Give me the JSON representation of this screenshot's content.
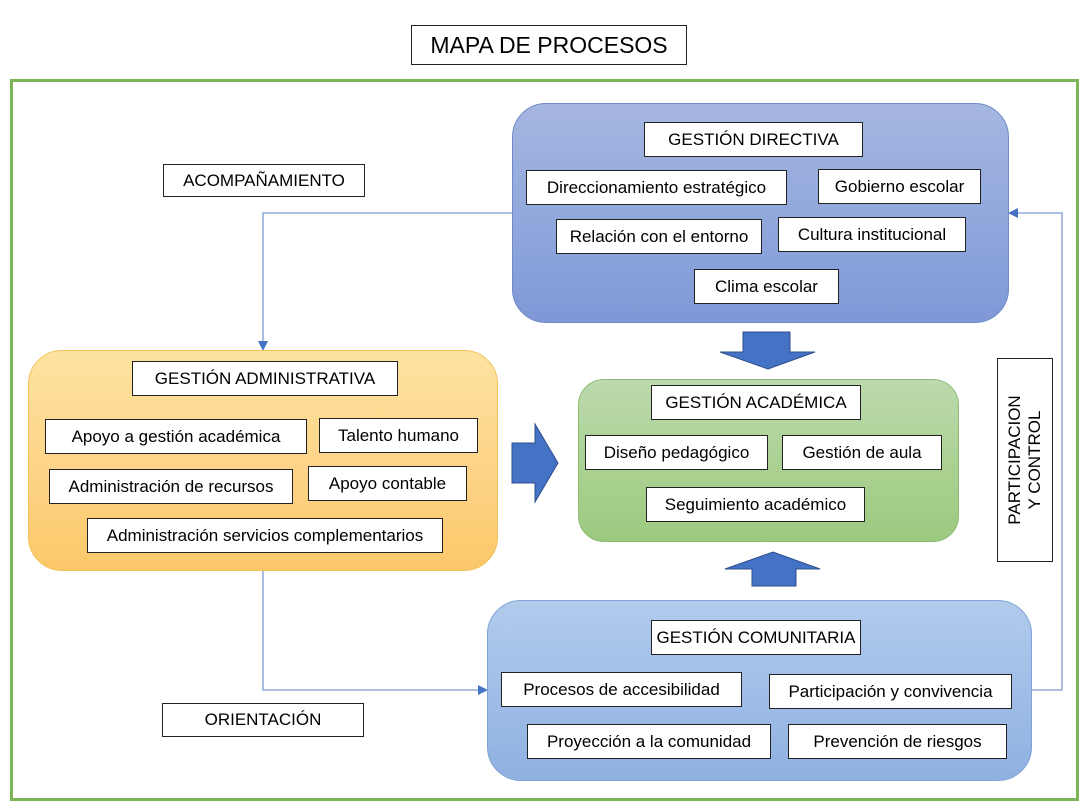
{
  "title": "MAPA DE PROCESOS",
  "side_labels": {
    "acompanamiento": "ACOMPAÑAMIENTO",
    "orientacion": "ORIENTACIÓN",
    "participacion_line1": "PARTICIPACION",
    "participacion_line2": "Y CONTROL"
  },
  "groups": {
    "directiva": {
      "title": "GESTIÓN DIRECTIVA",
      "items": [
        "Direccionamiento estratégico",
        "Gobierno escolar",
        "Relación con el entorno",
        "Cultura institucional",
        "Clima escolar"
      ]
    },
    "administrativa": {
      "title": "GESTIÓN ADMINISTRATIVA",
      "items": [
        "Apoyo a gestión académica",
        "Talento humano",
        "Administración de recursos",
        "Apoyo contable",
        "Administración servicios complementarios"
      ]
    },
    "academica": {
      "title": "GESTIÓN ACADÉMICA",
      "items": [
        "Diseño pedagógico",
        "Gestión de aula",
        "Seguimiento académico"
      ]
    },
    "comunitaria": {
      "title": "GESTIÓN COMUNITARIA",
      "items": [
        "Procesos de accesibilidad",
        "Participación y convivencia",
        "Proyección a la comunidad",
        "Prevención de riesgos"
      ]
    }
  },
  "colors": {
    "frame": "#7cb45a",
    "arrow_fill": "#4472c4",
    "connector": "#5b7fc7",
    "directiva": "#8ea6dc",
    "administrativa": "#fdd58a",
    "academica": "#a9d08f",
    "comunitaria": "#9dbbe6"
  }
}
